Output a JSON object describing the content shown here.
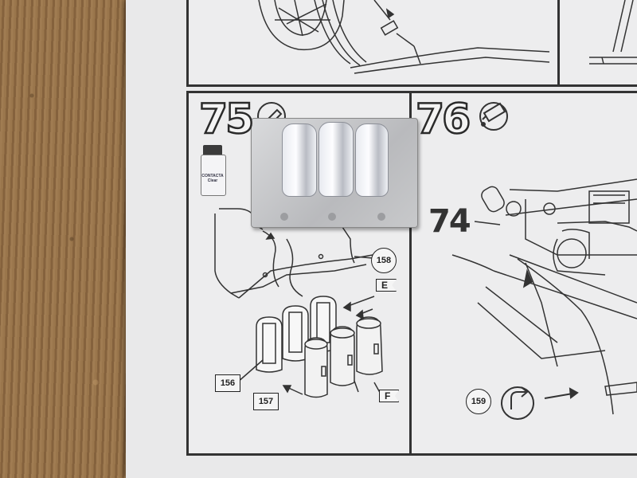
{
  "instruction_sheet": {
    "steps": [
      {
        "number": "75"
      },
      {
        "number": "76"
      }
    ],
    "callout_number": "74",
    "part_labels": {
      "p156": "156",
      "p157": "157",
      "p158": "158",
      "p159": "159"
    },
    "flags": {
      "e": "E",
      "f": "F"
    },
    "glue_jar_label": "CONTACTA Clear"
  },
  "colors": {
    "paper": "#e9e9ea",
    "ink": "#2a2a2a",
    "sprue": "#c9cacd",
    "wood": "#9a764c"
  },
  "icons": [
    "glue-icon",
    "glue-tube-icon",
    "rotate-arrow-icon"
  ]
}
